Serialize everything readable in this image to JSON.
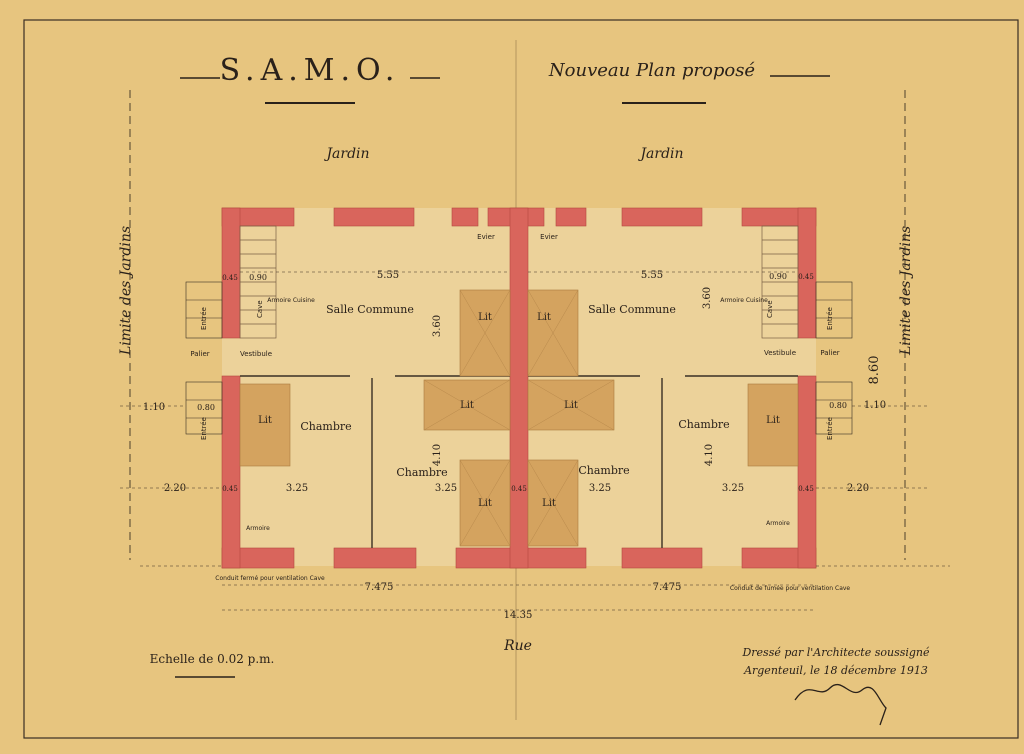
{
  "header": {
    "title_left": "S.A.M.O.",
    "title_right": "Nouveau Plan proposé"
  },
  "site": {
    "jardin_left": "Jardin",
    "jardin_right": "Jardin",
    "limite_left": "Limite des Jardins",
    "limite_right": "Limite des Jardins",
    "rue": "Rue"
  },
  "rooms": {
    "salle_commune": "Salle Commune",
    "chambre": "Chambre",
    "lit": "Lit",
    "evier": "Evier",
    "vestibule": "Vestibule",
    "palier": "Palier",
    "entree": "Entrée",
    "armoire": "Armoire",
    "cave": "Cave",
    "armoire_cuisine": "Armoire Cuisine"
  },
  "dimensions": {
    "d_555": "5.55",
    "d_360": "3.60",
    "d_410": "4.10",
    "d_325": "3.25",
    "d_7475": "7.475",
    "d_1435": "14.35",
    "d_860": "8.60",
    "d_045": "0.45",
    "d_090": "0.90",
    "d_080": "0.80",
    "d_110": "1.10",
    "d_220": "2.20"
  },
  "notes": {
    "conduit_left": "Conduit fermé pour ventilation Cave",
    "conduit_right": "Conduit de fumée pour ventilation Cave"
  },
  "footer": {
    "scale": "Echelle de 0.02 p.m.",
    "signature_line1": "Dressé par l'Architecte soussigné",
    "signature_line2": "Argenteuil, le 18 décembre 1913"
  },
  "colors": {
    "paper": "#e7c57f",
    "wall": "#d9655c",
    "bed": "#d4a35f",
    "ink": "#2a211a"
  }
}
